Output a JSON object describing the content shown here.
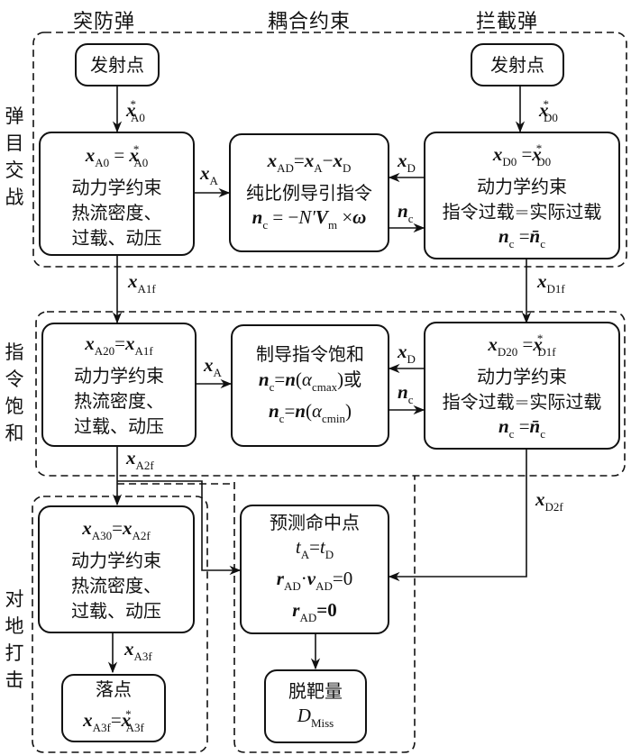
{
  "columns": {
    "attacker": "突防弹",
    "coupling": "耦合约束",
    "interceptor": "拦截弹"
  },
  "stages": {
    "engagement": [
      "弹",
      "目",
      "交",
      "战"
    ],
    "saturation": [
      "指",
      "令",
      "饱",
      "和"
    ],
    "strike": [
      "对",
      "地",
      "打",
      "击"
    ]
  },
  "nodes": {
    "a_launch": {
      "title": "发射点"
    },
    "d_launch": {
      "title": "发射点"
    },
    "a_stage1": {
      "eq_lhs": "x",
      "eq_lhs_sub": "A0",
      "eq_rhs": "x",
      "eq_rhs_sub": "A0",
      "eq_rhs_sup": "*",
      "line1": "动力学约束",
      "line2": "热流密度、",
      "line3": "过载、动压"
    },
    "coupling1": {
      "eq1": {
        "a": "x",
        "a_sub": "AD",
        "b": "x",
        "b_sub": "A",
        "c": "x",
        "c_sub": "D"
      },
      "line1": "纯比例导引指令",
      "eq2": {
        "lhs": "n",
        "lhs_sub": "c",
        "rhs_prefix": "= −",
        "N": "N′",
        "V": "V",
        "V_sub": "m",
        "times": "×",
        "omega": "ω"
      }
    },
    "d_stage1": {
      "eq_lhs": "x",
      "eq_lhs_sub": "D0",
      "eq_rhs": "x",
      "eq_rhs_sub": "D0",
      "eq_rhs_sup": "*",
      "line1": "动力学约束",
      "line2": "指令过载=实际过载",
      "eq2": {
        "lhs": "n",
        "lhs_sub": "c",
        "rhs": "n̄",
        "rhs_sub": "c"
      }
    },
    "a_stage2": {
      "eq_lhs": "x",
      "eq_lhs_sub": "A20",
      "eq_rhs": "x",
      "eq_rhs_sub": "A1f",
      "line1": "动力学约束",
      "line2": "热流密度、",
      "line3": "过载、动压"
    },
    "coupling2": {
      "line1": "制导指令饱和",
      "eq1": {
        "lhs": "n",
        "lhs_sub": "c",
        "fn": "n",
        "arg": "α",
        "arg_sub": "cmax",
        "suffix": "或"
      },
      "eq2": {
        "lhs": "n",
        "lhs_sub": "c",
        "fn": "n",
        "arg": "α",
        "arg_sub": "cmin"
      }
    },
    "d_stage2": {
      "eq_lhs": "x",
      "eq_lhs_sub": "D20",
      "eq_rhs": "x",
      "eq_rhs_sub": "D1f",
      "eq_rhs_sup": "*",
      "line1": "动力学约束",
      "line2": "指令过载=实际过载",
      "eq2": {
        "lhs": "n",
        "lhs_sub": "c",
        "rhs": "n̄",
        "rhs_sub": "c"
      }
    },
    "a_stage3": {
      "eq_lhs": "x",
      "eq_lhs_sub": "A30",
      "eq_rhs": "x",
      "eq_rhs_sub": "A2f",
      "line1": "动力学约束",
      "line2": "热流密度、",
      "line3": "过载、动压"
    },
    "impact_point": {
      "title": "落点",
      "eq_lhs": "x",
      "eq_lhs_sub": "A3f",
      "eq_rhs": "x",
      "eq_rhs_sub": "A3f",
      "eq_rhs_sup": "*"
    },
    "predicted_hit": {
      "title": "预测命中点",
      "eq1": {
        "a": "t",
        "a_sub": "A",
        "b": "t",
        "b_sub": "D"
      },
      "eq2": {
        "a": "r",
        "a_sub": "AD",
        "dot": "·",
        "b": "v",
        "b_sub": "AD",
        "rhs": "=0"
      },
      "eq3": {
        "a": "r",
        "a_sub": "AD",
        "rhs": "=0"
      }
    },
    "miss_distance": {
      "title": "脱靶量",
      "sym": "D",
      "sym_sub": "Miss"
    }
  },
  "edge_labels": {
    "xA0_star": {
      "v": "x",
      "sub": "A0",
      "sup": "*"
    },
    "xD0_star": {
      "v": "x",
      "sub": "D0",
      "sup": "*"
    },
    "xA_1": {
      "v": "x",
      "sub": "A"
    },
    "xD_1": {
      "v": "x",
      "sub": "D"
    },
    "nc_1": {
      "v": "n",
      "sub": "c"
    },
    "xA1f": {
      "v": "x",
      "sub": "A1f"
    },
    "xD1f": {
      "v": "x",
      "sub": "D1f"
    },
    "xA_2": {
      "v": "x",
      "sub": "A"
    },
    "xD_2": {
      "v": "x",
      "sub": "D"
    },
    "nc_2": {
      "v": "n",
      "sub": "c"
    },
    "xA2f": {
      "v": "x",
      "sub": "A2f"
    },
    "xD2f": {
      "v": "x",
      "sub": "D2f"
    },
    "xA3f": {
      "v": "x",
      "sub": "A3f"
    }
  }
}
